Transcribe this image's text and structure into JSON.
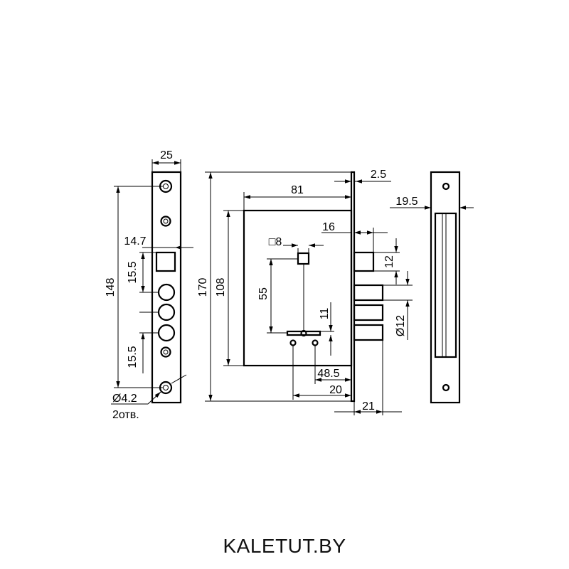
{
  "brand": "KALETUT.BY",
  "faceplate": {
    "width": "25",
    "hole_span": "148",
    "cutout_offset": "14.7",
    "upper_pitch": "15.5",
    "lower_pitch": "15.5",
    "hole_diameter": "Ø4.2",
    "hole_count": "2отв."
  },
  "lock_body": {
    "overall_height": "170",
    "case_height": "108",
    "backset": "81",
    "plate_thickness": "2.5",
    "spindle_square": "□8",
    "spindle_to_key": "55",
    "keyhole": "11",
    "latch_projection": "16",
    "latch_height": "12",
    "bolt_diameter": "Ø12",
    "centre_distance": "48.5",
    "hole_offset": "20",
    "bolt_throw": "21"
  },
  "strike": {
    "depth": "19.5"
  }
}
